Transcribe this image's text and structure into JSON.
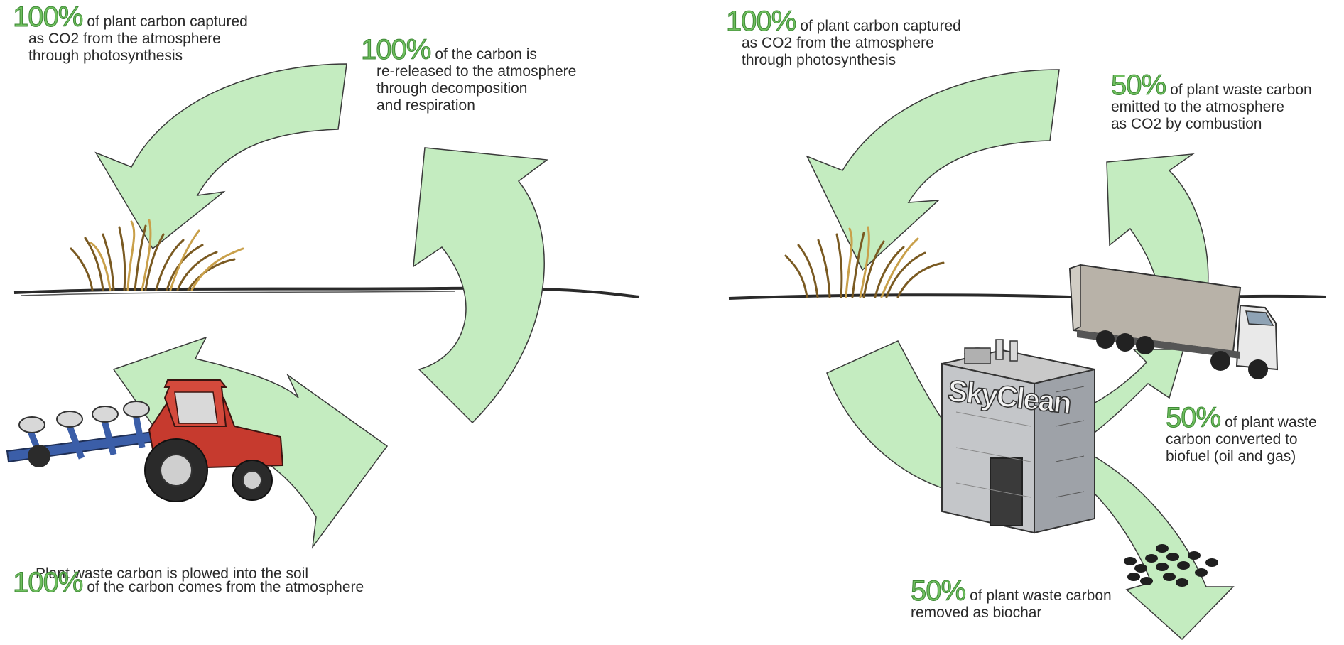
{
  "left": {
    "capture": {
      "pct": "100%",
      "lines": [
        "of plant carbon captured",
        "as CO2 from the atmosphere",
        "through photosynthesis"
      ]
    },
    "release": {
      "pct": "100%",
      "lines": [
        "of the carbon is",
        "re-released to the atmosphere",
        "through decomposition",
        "and respiration"
      ]
    },
    "plowed": {
      "pct": "100%",
      "line1": "Plant waste carbon is plowed into the soil",
      "line2": "of the carbon comes from the atmosphere"
    }
  },
  "right": {
    "capture": {
      "pct": "100%",
      "lines": [
        "of plant carbon captured",
        "as CO2 from the atmosphere",
        "through photosynthesis"
      ]
    },
    "combustion": {
      "pct": "50%",
      "lines": [
        "of plant waste carbon",
        "emitted to the atmosphere",
        "as CO2 by combustion"
      ]
    },
    "biofuel": {
      "pct": "50%",
      "lines": [
        "of plant waste",
        "carbon converted to",
        "biofuel (oil and gas)"
      ]
    },
    "biochar": {
      "pct": "50%",
      "lines": [
        "of plant waste carbon",
        "removed as biochar"
      ]
    },
    "building_sign": "SkyClean"
  },
  "colors": {
    "arrow_fill": "#c4ecc0",
    "arrow_stroke": "#3a3a3a",
    "percent_green": "#6fbf5f",
    "text": "#2a2a2a"
  }
}
